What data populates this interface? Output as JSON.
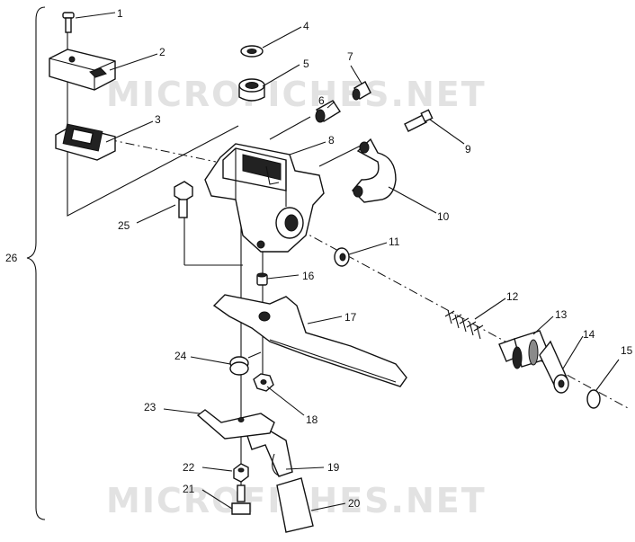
{
  "watermark": "MICROFICHES.NET",
  "callouts": {
    "p1": "1",
    "p2": "2",
    "p3": "3",
    "p4": "4",
    "p5": "5",
    "p6": "6",
    "p7": "7",
    "p8": "8",
    "p9": "9",
    "p10": "10",
    "p11": "11",
    "p12": "12",
    "p13": "13",
    "p14": "14",
    "p15": "15",
    "p16": "16",
    "p17": "17",
    "p18": "18",
    "p19": "19",
    "p20": "20",
    "p21": "21",
    "p22": "22",
    "p23": "23",
    "p24": "24",
    "p25": "25",
    "p26": "26"
  }
}
